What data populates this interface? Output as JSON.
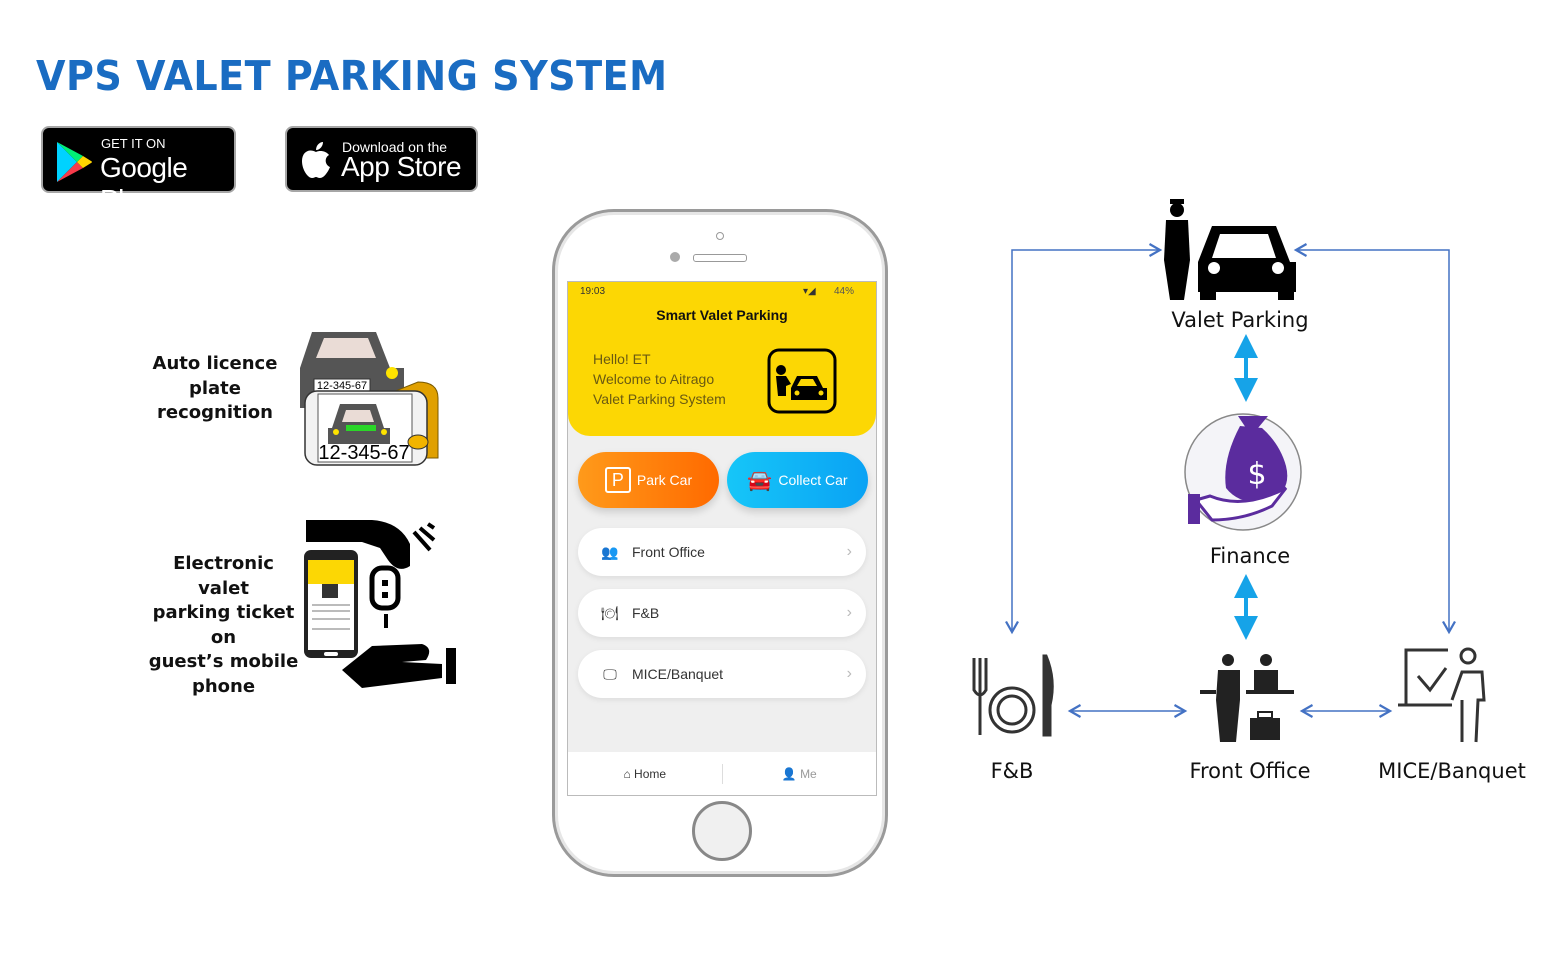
{
  "title": "VPS VALET PARKING SYSTEM",
  "store_badges": {
    "google_play": {
      "small": "GET IT ON",
      "big": "Google Play"
    },
    "app_store": {
      "small": "Download on the",
      "big": "App Store"
    }
  },
  "features": [
    {
      "label": "Auto licence plate recognition",
      "lines": [
        "Auto licence",
        "plate",
        "recognition"
      ],
      "plate_text": "12-345-67",
      "icon": "license-plate-scan-icon"
    },
    {
      "label": "Electronic valet parking ticket on guest's mobile phone",
      "lines": [
        "Electronic valet",
        "parking ticket on",
        "guest’s mobile",
        "phone"
      ],
      "icon": "mobile-ticket-key-handover-icon"
    }
  ],
  "phone_app": {
    "status": {
      "time": "19:03",
      "battery": "44%"
    },
    "app_title": "Smart Valet Parking",
    "greeting": [
      "Hello! ET",
      "Welcome to Aitrago",
      "Valet Parking System"
    ],
    "park_car": "Park Car",
    "collect_car": "Collect Car",
    "menu": [
      {
        "label": "Front Office",
        "icon": "front-office-icon"
      },
      {
        "label": "F&B",
        "icon": "dining-icon"
      },
      {
        "label": "MICE/Banquet",
        "icon": "presentation-icon"
      }
    ],
    "tabs": [
      {
        "label": "Home",
        "active": true
      },
      {
        "label": "Me",
        "active": false
      }
    ],
    "colors": {
      "header": "#fcd704",
      "park": "#ff7a00",
      "collect": "#12b4f5"
    }
  },
  "diagram": {
    "nodes": {
      "valet": "Valet Parking",
      "finance": "Finance",
      "fnb": "F&B",
      "front_office": "Front Office",
      "mice": "MICE/Banquet"
    },
    "colors": {
      "flow": "#4472c4",
      "vertical": "#16a3e8",
      "finance": "#5b2c9e"
    }
  }
}
